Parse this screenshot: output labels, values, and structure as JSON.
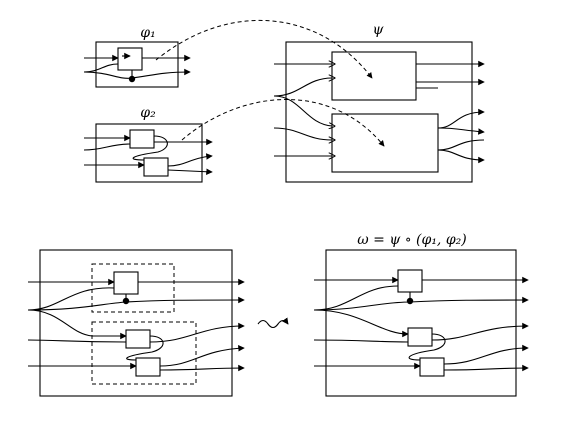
{
  "labels": {
    "phi1": "φ₁",
    "phi2": "φ₂",
    "psi": "ψ",
    "omega": "ω = ψ ∘ (φ₁, φ₂)"
  },
  "colors": {
    "ink": "#000000",
    "background": "#ffffff"
  },
  "icons": {
    "squiggle": "squiggle-arrow-icon",
    "dot": "filled-dot-icon"
  }
}
